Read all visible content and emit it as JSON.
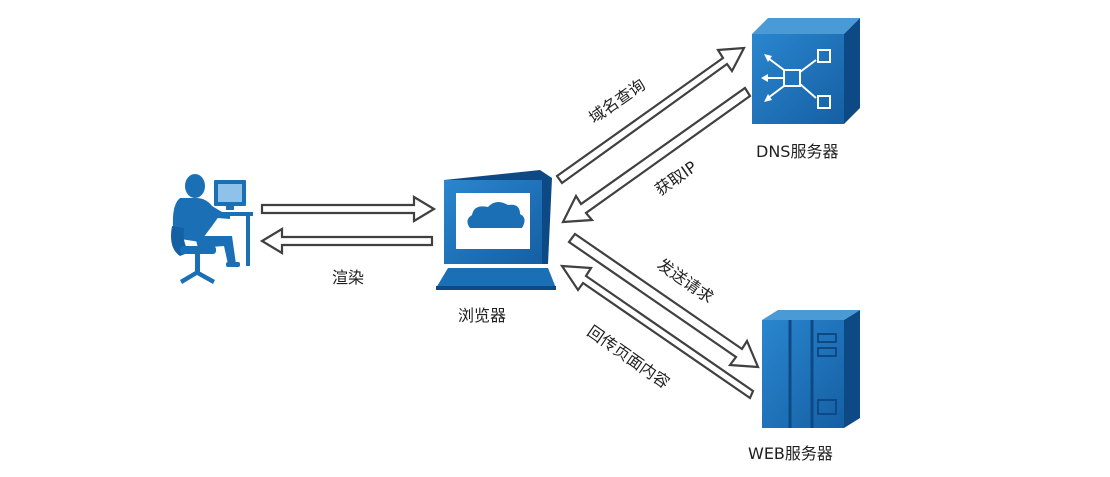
{
  "nodes": {
    "user": {
      "icon": "user-at-computer-icon"
    },
    "browser": {
      "label": "浏览器",
      "icon": "browser-monitor-icon"
    },
    "dns_server": {
      "label": "DNS服务器",
      "icon": "dns-server-icon"
    },
    "web_server": {
      "label": "WEB服务器",
      "icon": "web-server-rack-icon"
    }
  },
  "edges": {
    "render": {
      "label": "渲染"
    },
    "dns_query": {
      "label": "域名查询"
    },
    "get_ip": {
      "label": "获取IP"
    },
    "send_request": {
      "label": "发送请求"
    },
    "return_content": {
      "label": "回传页面内容"
    }
  },
  "colors": {
    "primary_blue": "#1a6fb5",
    "dark_blue": "#0d4a85",
    "light_blue": "#4a9ad6",
    "arrow_outline": "#404040",
    "arrow_fill": "#ffffff"
  }
}
